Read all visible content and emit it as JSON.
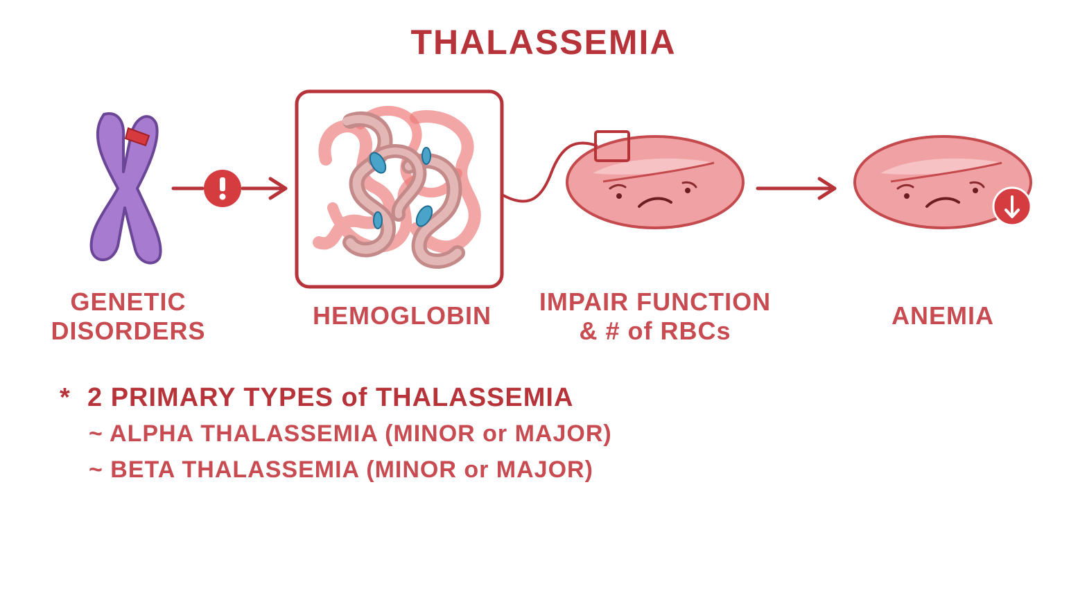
{
  "title": "THALASSEMIA",
  "steps": [
    {
      "label_lines": [
        "GENETIC",
        "DISORDERS"
      ]
    },
    {
      "label_lines": [
        "HEMOGLOBIN"
      ]
    },
    {
      "label_lines": [
        "IMPAIR FUNCTION",
        "& # of RBCs"
      ]
    },
    {
      "label_lines": [
        "ANEMIA"
      ]
    }
  ],
  "icons": {
    "chromosome": "chromosome-icon",
    "alert": "exclamation-alert-icon",
    "hemoglobin": "hemoglobin-protein-icon",
    "rbc_sad": "red-blood-cell-icon",
    "down": "down-arrow-icon"
  },
  "notes": {
    "bullet": "*",
    "heading": "2 PRIMARY TYPES of THALASSEMIA",
    "items": [
      "~ ALPHA THALASSEMIA (MINOR or MAJOR)",
      "~ BETA THALASSEMIA (MINOR or MAJOR)"
    ]
  },
  "colors": {
    "text_red": "#b7333a",
    "label_red": "#c74b50",
    "chromosome_purple": "#a77bd0",
    "rbc_pink": "#f0a1a3",
    "arrow_red": "#b7333a"
  }
}
